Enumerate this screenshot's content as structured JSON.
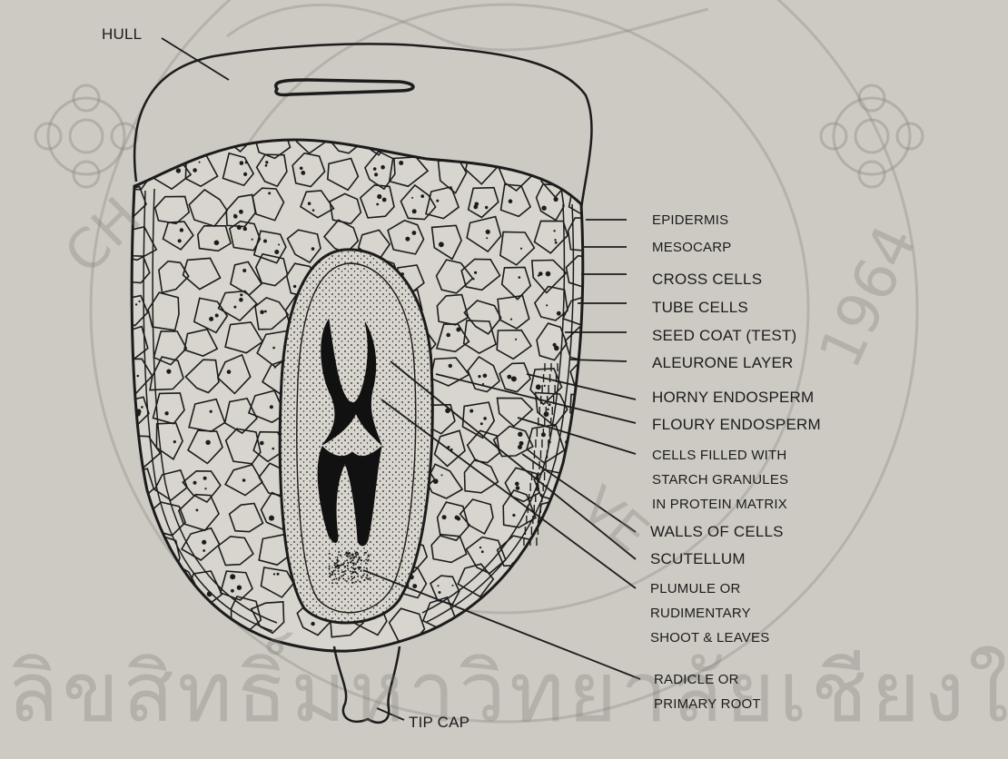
{
  "labels": {
    "hull": "HULL",
    "epidermis": "EPIDERMIS",
    "mesocarp": "MESOCARP",
    "cross_cells": "CROSS CELLS",
    "tube_cells": "TUBE CELLS",
    "seed_coat": "SEED COAT (TEST)",
    "aleurone": "ALEURONE LAYER",
    "horny": "HORNY ENDOSPERM",
    "floury": "FLOURY ENDOSPERM",
    "cells_filled_1": "CELLS FILLED WITH",
    "cells_filled_2": "STARCH GRANULES",
    "cells_filled_3": "IN PROTEIN MATRIX",
    "walls": "WALLS OF CELLS",
    "scutellum": "SCUTELLUM",
    "plumule_1": "PLUMULE OR",
    "plumule_2": "RUDIMENTARY",
    "plumule_3": "SHOOT & LEAVES",
    "radicle_1": "RADICLE OR",
    "radicle_2": "PRIMARY ROOT",
    "tip_cap": "TIP CAP"
  },
  "watermark": {
    "thai_text": "ลิขสิทธิ์มหาวิทยาลัยเชียงใหม่",
    "year": "1964",
    "fragment_left": "CH",
    "fragment_mid": "VE"
  },
  "colors": {
    "paper": "#cdcac3",
    "ink": "#1c1c1c",
    "watermark": "#8a8780"
  }
}
